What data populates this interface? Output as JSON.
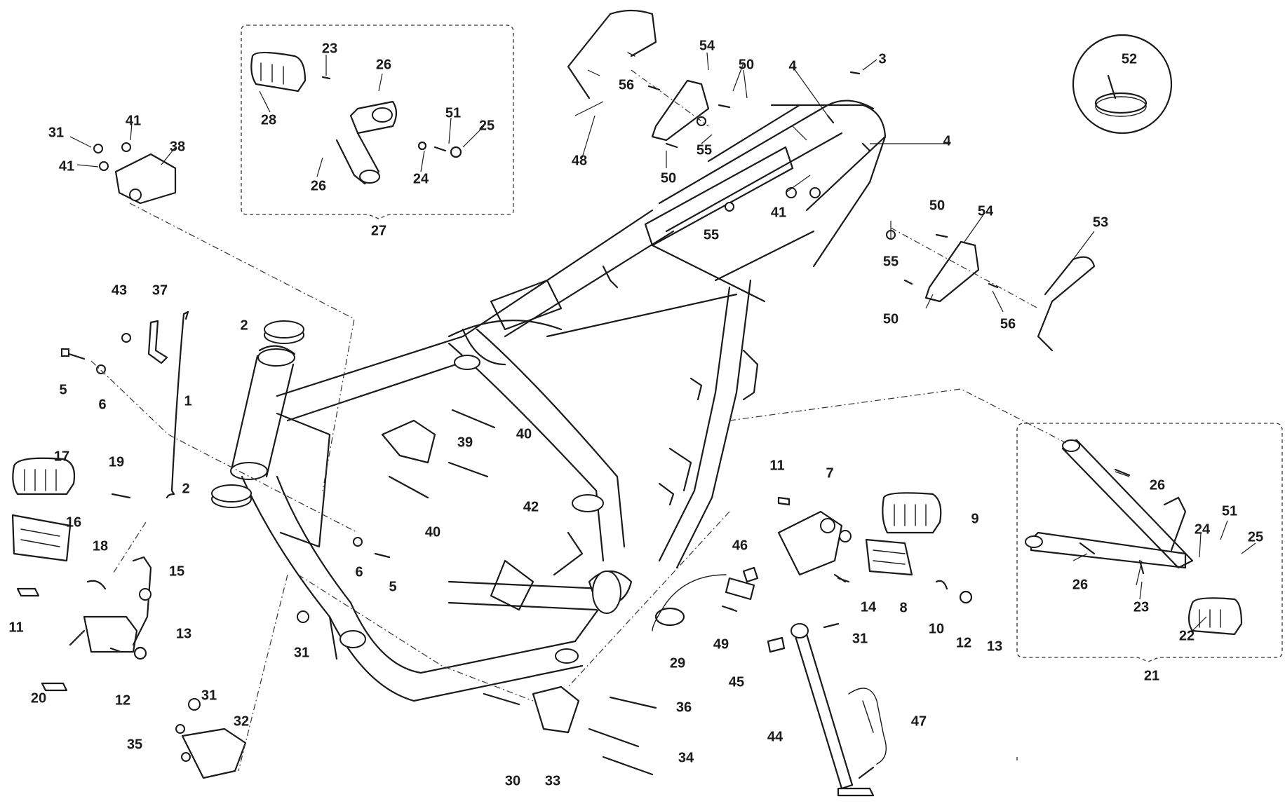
{
  "callouts": {
    "c1": "1",
    "c2a": "2",
    "c2b": "2",
    "c3": "3",
    "c4a": "4",
    "c4b": "4",
    "c5a": "5",
    "c5b": "5",
    "c6a": "6",
    "c6b": "6",
    "c7": "7",
    "c8": "8",
    "c9": "9",
    "c10": "10",
    "c11a": "11",
    "c11b": "11",
    "c12a": "12",
    "c12b": "12",
    "c13a": "13",
    "c13b": "13",
    "c14": "14",
    "c15": "15",
    "c16": "16",
    "c17": "17",
    "c18": "18",
    "c19": "19",
    "c20": "20",
    "c21": "21",
    "c22": "22",
    "c23a": "23",
    "c23b": "23",
    "c24a": "24",
    "c24b": "24",
    "c25a": "25",
    "c25b": "25",
    "c26a": "26",
    "c26b": "26",
    "c26c": "26",
    "c26d": "26",
    "c27": "27",
    "c28": "28",
    "c29": "29",
    "c30": "30",
    "c31a": "31",
    "c31b": "31",
    "c31c": "31",
    "c31d": "31",
    "c32": "32",
    "c33": "33",
    "c34": "34",
    "c35": "35",
    "c36": "36",
    "c37": "37",
    "c38": "38",
    "c39": "39",
    "c40a": "40",
    "c40b": "40",
    "c41a": "41",
    "c41b": "41",
    "c41c": "41",
    "c42": "42",
    "c43": "43",
    "c44": "44",
    "c45": "45",
    "c46": "46",
    "c47": "47",
    "c48": "48",
    "c49": "49",
    "c50a": "50",
    "c50b": "50",
    "c50c": "50",
    "c50d": "50",
    "c51a": "51",
    "c51b": "51",
    "c52": "52",
    "c53": "53",
    "c54a": "54",
    "c54b": "54",
    "c55a": "55",
    "c55b": "55",
    "c55c": "55",
    "c56a": "56",
    "c56b": "56"
  }
}
